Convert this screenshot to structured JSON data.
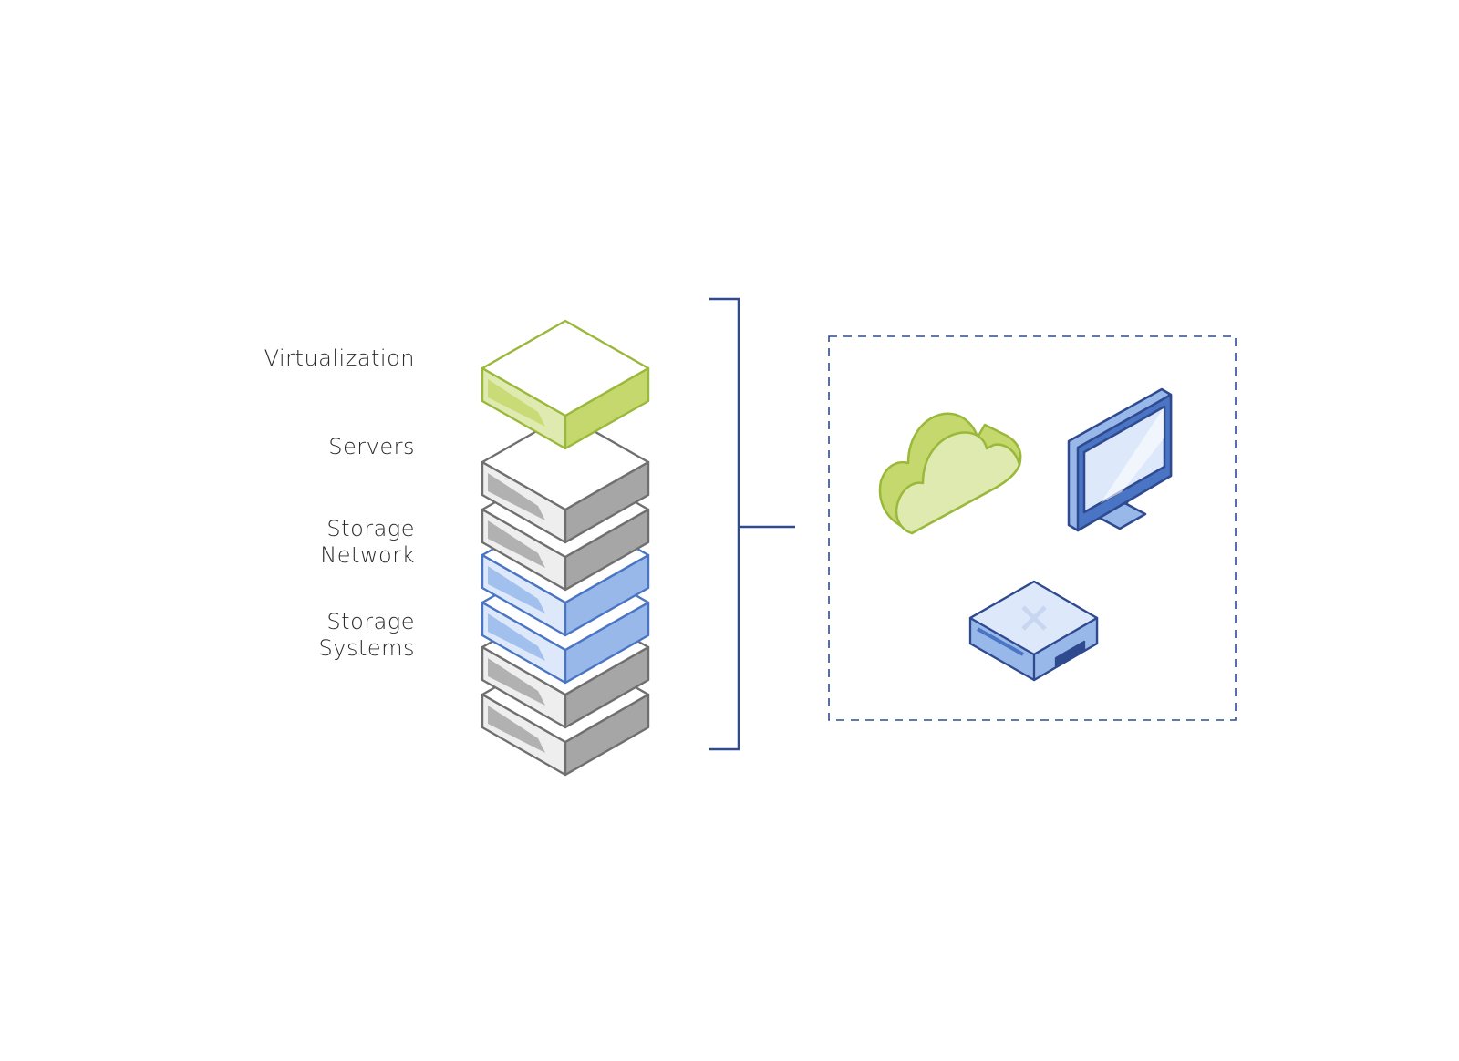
{
  "layers": [
    {
      "lines": [
        "Virtualization"
      ]
    },
    {
      "lines": [
        "Servers"
      ]
    },
    {
      "lines": [
        "Storage",
        "Network"
      ]
    },
    {
      "lines": [
        "Storage",
        "Systems"
      ]
    }
  ],
  "stack": [
    {
      "type": "virtualization",
      "color": "#c5d86d"
    },
    {
      "type": "server",
      "color": "#a6a6a6"
    },
    {
      "type": "server",
      "color": "#a6a6a6"
    },
    {
      "type": "network",
      "color": "#98b8ea"
    },
    {
      "type": "network",
      "color": "#98b8ea"
    },
    {
      "type": "storage",
      "color": "#a6a6a6"
    },
    {
      "type": "storage",
      "color": "#a6a6a6"
    }
  ],
  "colors": {
    "green": "#c5d86d",
    "green_stroke": "#9ab83a",
    "green_light": "#dfeab0",
    "gray": "#a6a6a6",
    "gray_stroke": "#6f6f6f",
    "blue": "#98b8ea",
    "blue_stroke": "#4a74c4",
    "navy": "#2f4a8f",
    "blue_light": "#dde8fb"
  },
  "targets": [
    {
      "icon": "cloud-icon"
    },
    {
      "icon": "monitor-icon"
    },
    {
      "icon": "server-appliance-icon"
    }
  ]
}
